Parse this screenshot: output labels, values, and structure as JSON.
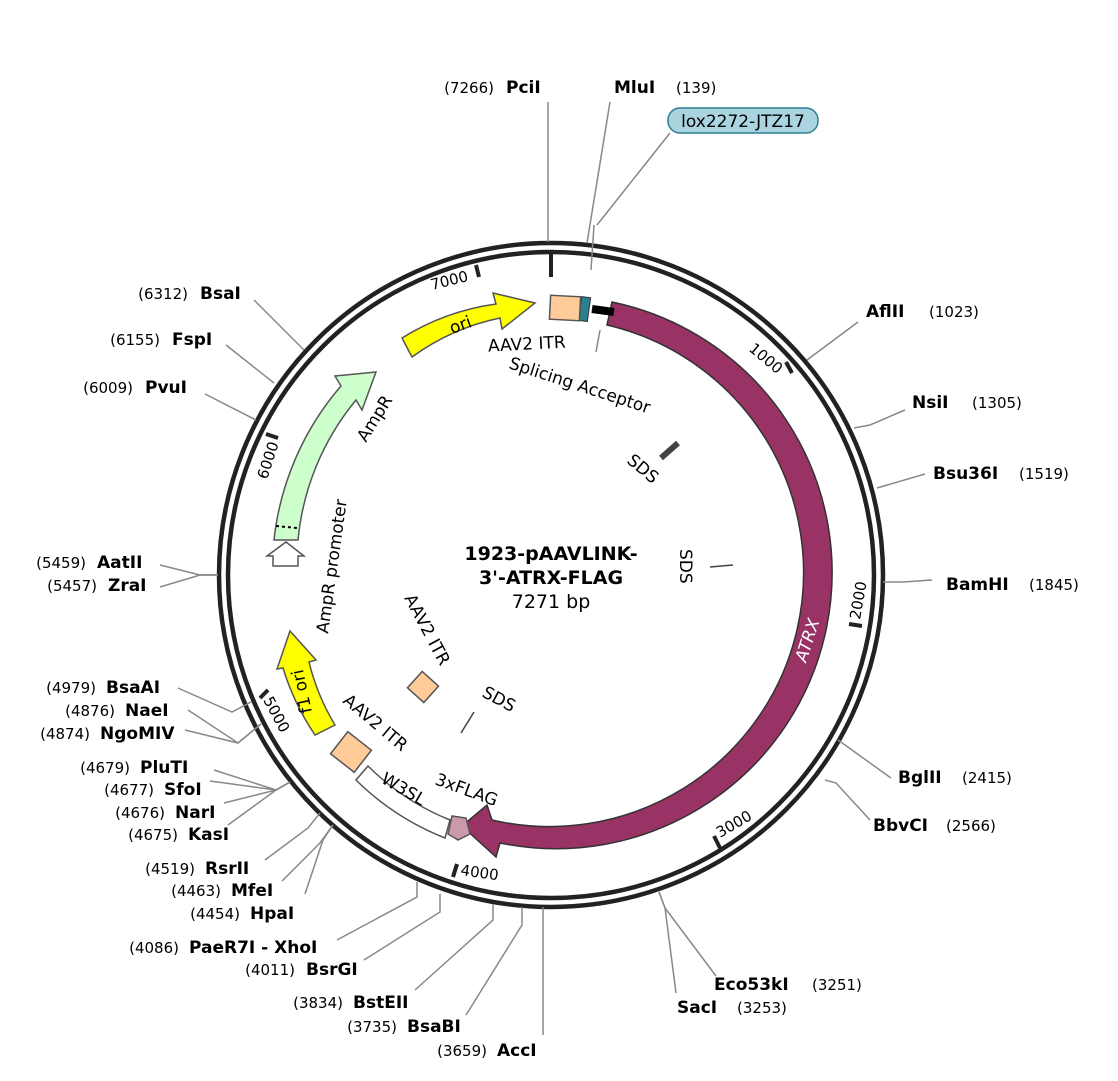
{
  "title": {
    "line1": "1923-pAAVLINK-",
    "line2": "3'-ATRX-FLAG",
    "length": "7271 bp"
  },
  "total_bp": 7271,
  "ruler_ticks": [
    {
      "bp": 1000,
      "label": "1000"
    },
    {
      "bp": 2000,
      "label": "2000"
    },
    {
      "bp": 3000,
      "label": "3000"
    },
    {
      "bp": 4000,
      "label": "4000"
    },
    {
      "bp": 5000,
      "label": "5000"
    },
    {
      "bp": 6000,
      "label": "6000"
    },
    {
      "bp": 7000,
      "label": "7000"
    }
  ],
  "features": {
    "atrx": {
      "label": "ATRX",
      "color": "#993366"
    },
    "ori": {
      "label": "ori",
      "color": "#ffff00"
    },
    "ampr": {
      "label": "AmpR",
      "color": "#ccffcc"
    },
    "ampr_promoter": {
      "label": "AmpR promoter"
    },
    "f1_ori": {
      "label": "f1 ori",
      "color": "#ffff00"
    },
    "aav2_itr_top": {
      "label": "AAV2 ITR",
      "color": "#ffcc99"
    },
    "aav2_itr_mid": {
      "label": "AAV2 ITR"
    },
    "aav2_itr_bottom": {
      "label": "AAV2 ITR"
    },
    "splicing_acceptor": {
      "label": "Splicing Acceptor"
    },
    "w3sl": {
      "label": "W3SL"
    },
    "flag": {
      "label": "3xFLAG",
      "color": "#cc99aa"
    },
    "sds1": {
      "label": "SDS"
    },
    "sds2": {
      "label": "SDS"
    },
    "sds3": {
      "label": "SDS"
    },
    "lox": {
      "label": "lox2272-JTZ17",
      "color": "#aad4e0"
    }
  },
  "sites": [
    {
      "name": "PciI",
      "pos": "(7266)"
    },
    {
      "name": "MluI",
      "pos": "(139)"
    },
    {
      "name": "AflII",
      "pos": "(1023)"
    },
    {
      "name": "NsiI",
      "pos": "(1305)"
    },
    {
      "name": "Bsu36I",
      "pos": "(1519)"
    },
    {
      "name": "BamHI",
      "pos": "(1845)"
    },
    {
      "name": "BglII",
      "pos": "(2415)"
    },
    {
      "name": "BbvCI",
      "pos": "(2566)"
    },
    {
      "name": "Eco53kI",
      "pos": "(3251)"
    },
    {
      "name": "SacI",
      "pos": "(3253)"
    },
    {
      "name": "AccI",
      "pos": "(3659)"
    },
    {
      "name": "BsaBI",
      "pos": "(3735)"
    },
    {
      "name": "BstEII",
      "pos": "(3834)"
    },
    {
      "name": "BsrGI",
      "pos": "(4011)"
    },
    {
      "name": "PaeR7I - XhoI",
      "pos": "(4086)"
    },
    {
      "name": "HpaI",
      "pos": "(4454)"
    },
    {
      "name": "MfeI",
      "pos": "(4463)"
    },
    {
      "name": "RsrII",
      "pos": "(4519)"
    },
    {
      "name": "KasI",
      "pos": "(4675)"
    },
    {
      "name": "NarI",
      "pos": "(4676)"
    },
    {
      "name": "SfoI",
      "pos": "(4677)"
    },
    {
      "name": "PluTI",
      "pos": "(4679)"
    },
    {
      "name": "NgoMIV",
      "pos": "(4874)"
    },
    {
      "name": "NaeI",
      "pos": "(4876)"
    },
    {
      "name": "BsaAI",
      "pos": "(4979)"
    },
    {
      "name": "AatII",
      "pos": "(5459)"
    },
    {
      "name": "ZraI",
      "pos": "(5457)"
    },
    {
      "name": "PvuI",
      "pos": "(6009)"
    },
    {
      "name": "FspI",
      "pos": "(6155)"
    },
    {
      "name": "BsaI",
      "pos": "(6312)"
    }
  ]
}
